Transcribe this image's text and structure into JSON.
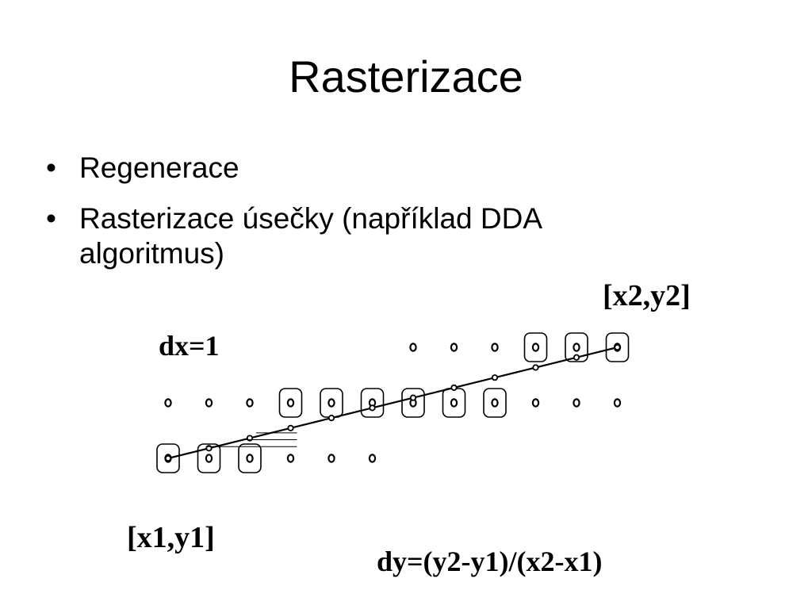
{
  "slide": {
    "title": "Rasterizace",
    "bullets": [
      {
        "text": "Regenerace"
      },
      {
        "text": "Rasterizace úsečky (například DDA",
        "continuation": "algoritmus)"
      }
    ]
  },
  "diagram": {
    "labels": {
      "dx": "dx=1",
      "start_point": "[x1,y1]",
      "end_point": "[x2,y2]",
      "dy_formula": "dy=(y2-y1)/(x2-x1)"
    },
    "pixel_grid": {
      "columns": 12,
      "rows": 3,
      "top_row_columns_present": [
        6,
        7,
        8,
        9,
        10,
        11
      ],
      "bottom_row_columns_present": [
        0,
        1,
        2,
        3,
        4,
        5
      ]
    },
    "line": {
      "from": {
        "col": 0,
        "row": 0
      },
      "to": {
        "col": 11,
        "row": 2
      }
    },
    "highlighted_pixels": [
      {
        "col": 0,
        "row": 0
      },
      {
        "col": 1,
        "row": 0
      },
      {
        "col": 2,
        "row": 0
      },
      {
        "col": 3,
        "row": 1
      },
      {
        "col": 4,
        "row": 1
      },
      {
        "col": 5,
        "row": 1
      },
      {
        "col": 6,
        "row": 1
      },
      {
        "col": 7,
        "row": 1
      },
      {
        "col": 8,
        "row": 1
      },
      {
        "col": 9,
        "row": 2
      },
      {
        "col": 10,
        "row": 2
      },
      {
        "col": 11,
        "row": 2
      }
    ],
    "colors": {
      "ink": "#000000",
      "background": "#ffffff"
    }
  }
}
